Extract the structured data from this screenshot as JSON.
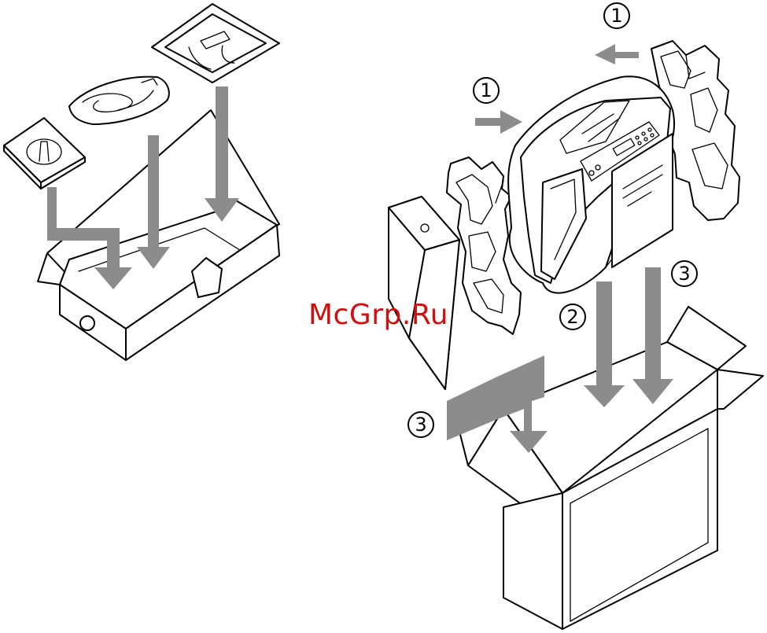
{
  "diagram": {
    "colors": {
      "line": "#000000",
      "fill": "#ffffff",
      "arrow": "#8c8c8c",
      "watermark": "#d01010"
    },
    "step_labels": {
      "top": "1",
      "left": "1",
      "mid": "2",
      "right": "3",
      "bottom": "3"
    },
    "watermark": "McGrp.Ru"
  }
}
